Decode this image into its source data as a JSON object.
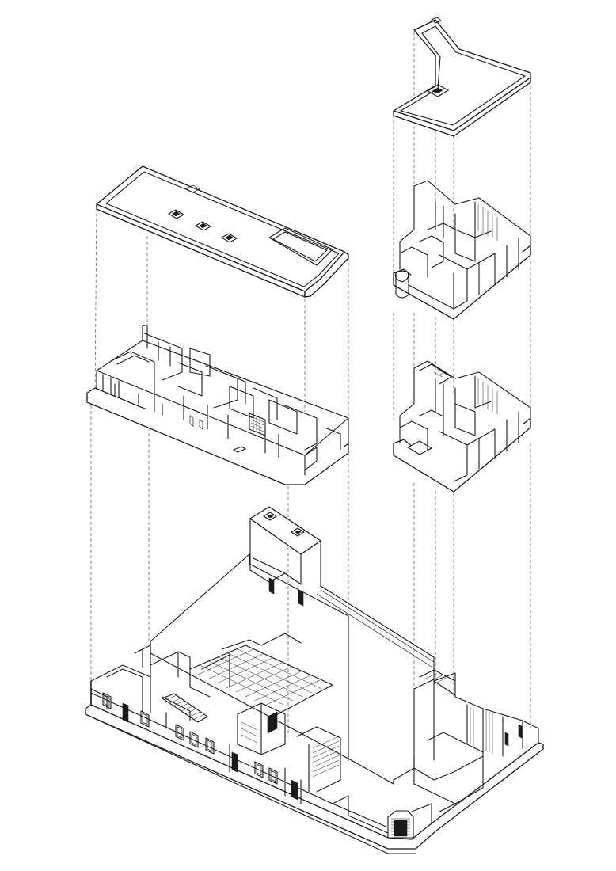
{
  "diagram": {
    "kind": "exploded-axonometric-architectural-drawing",
    "components": [
      {
        "id": "left-roof",
        "label": ""
      },
      {
        "id": "left-upper-floor",
        "label": ""
      },
      {
        "id": "right-roof",
        "label": ""
      },
      {
        "id": "right-upper-floor",
        "label": ""
      },
      {
        "id": "right-middle-floor",
        "label": ""
      },
      {
        "id": "ground-floor",
        "label": ""
      }
    ],
    "colors": {
      "ink": "#1a1a1a",
      "background": "#ffffff",
      "projection_line": "#555555"
    }
  }
}
